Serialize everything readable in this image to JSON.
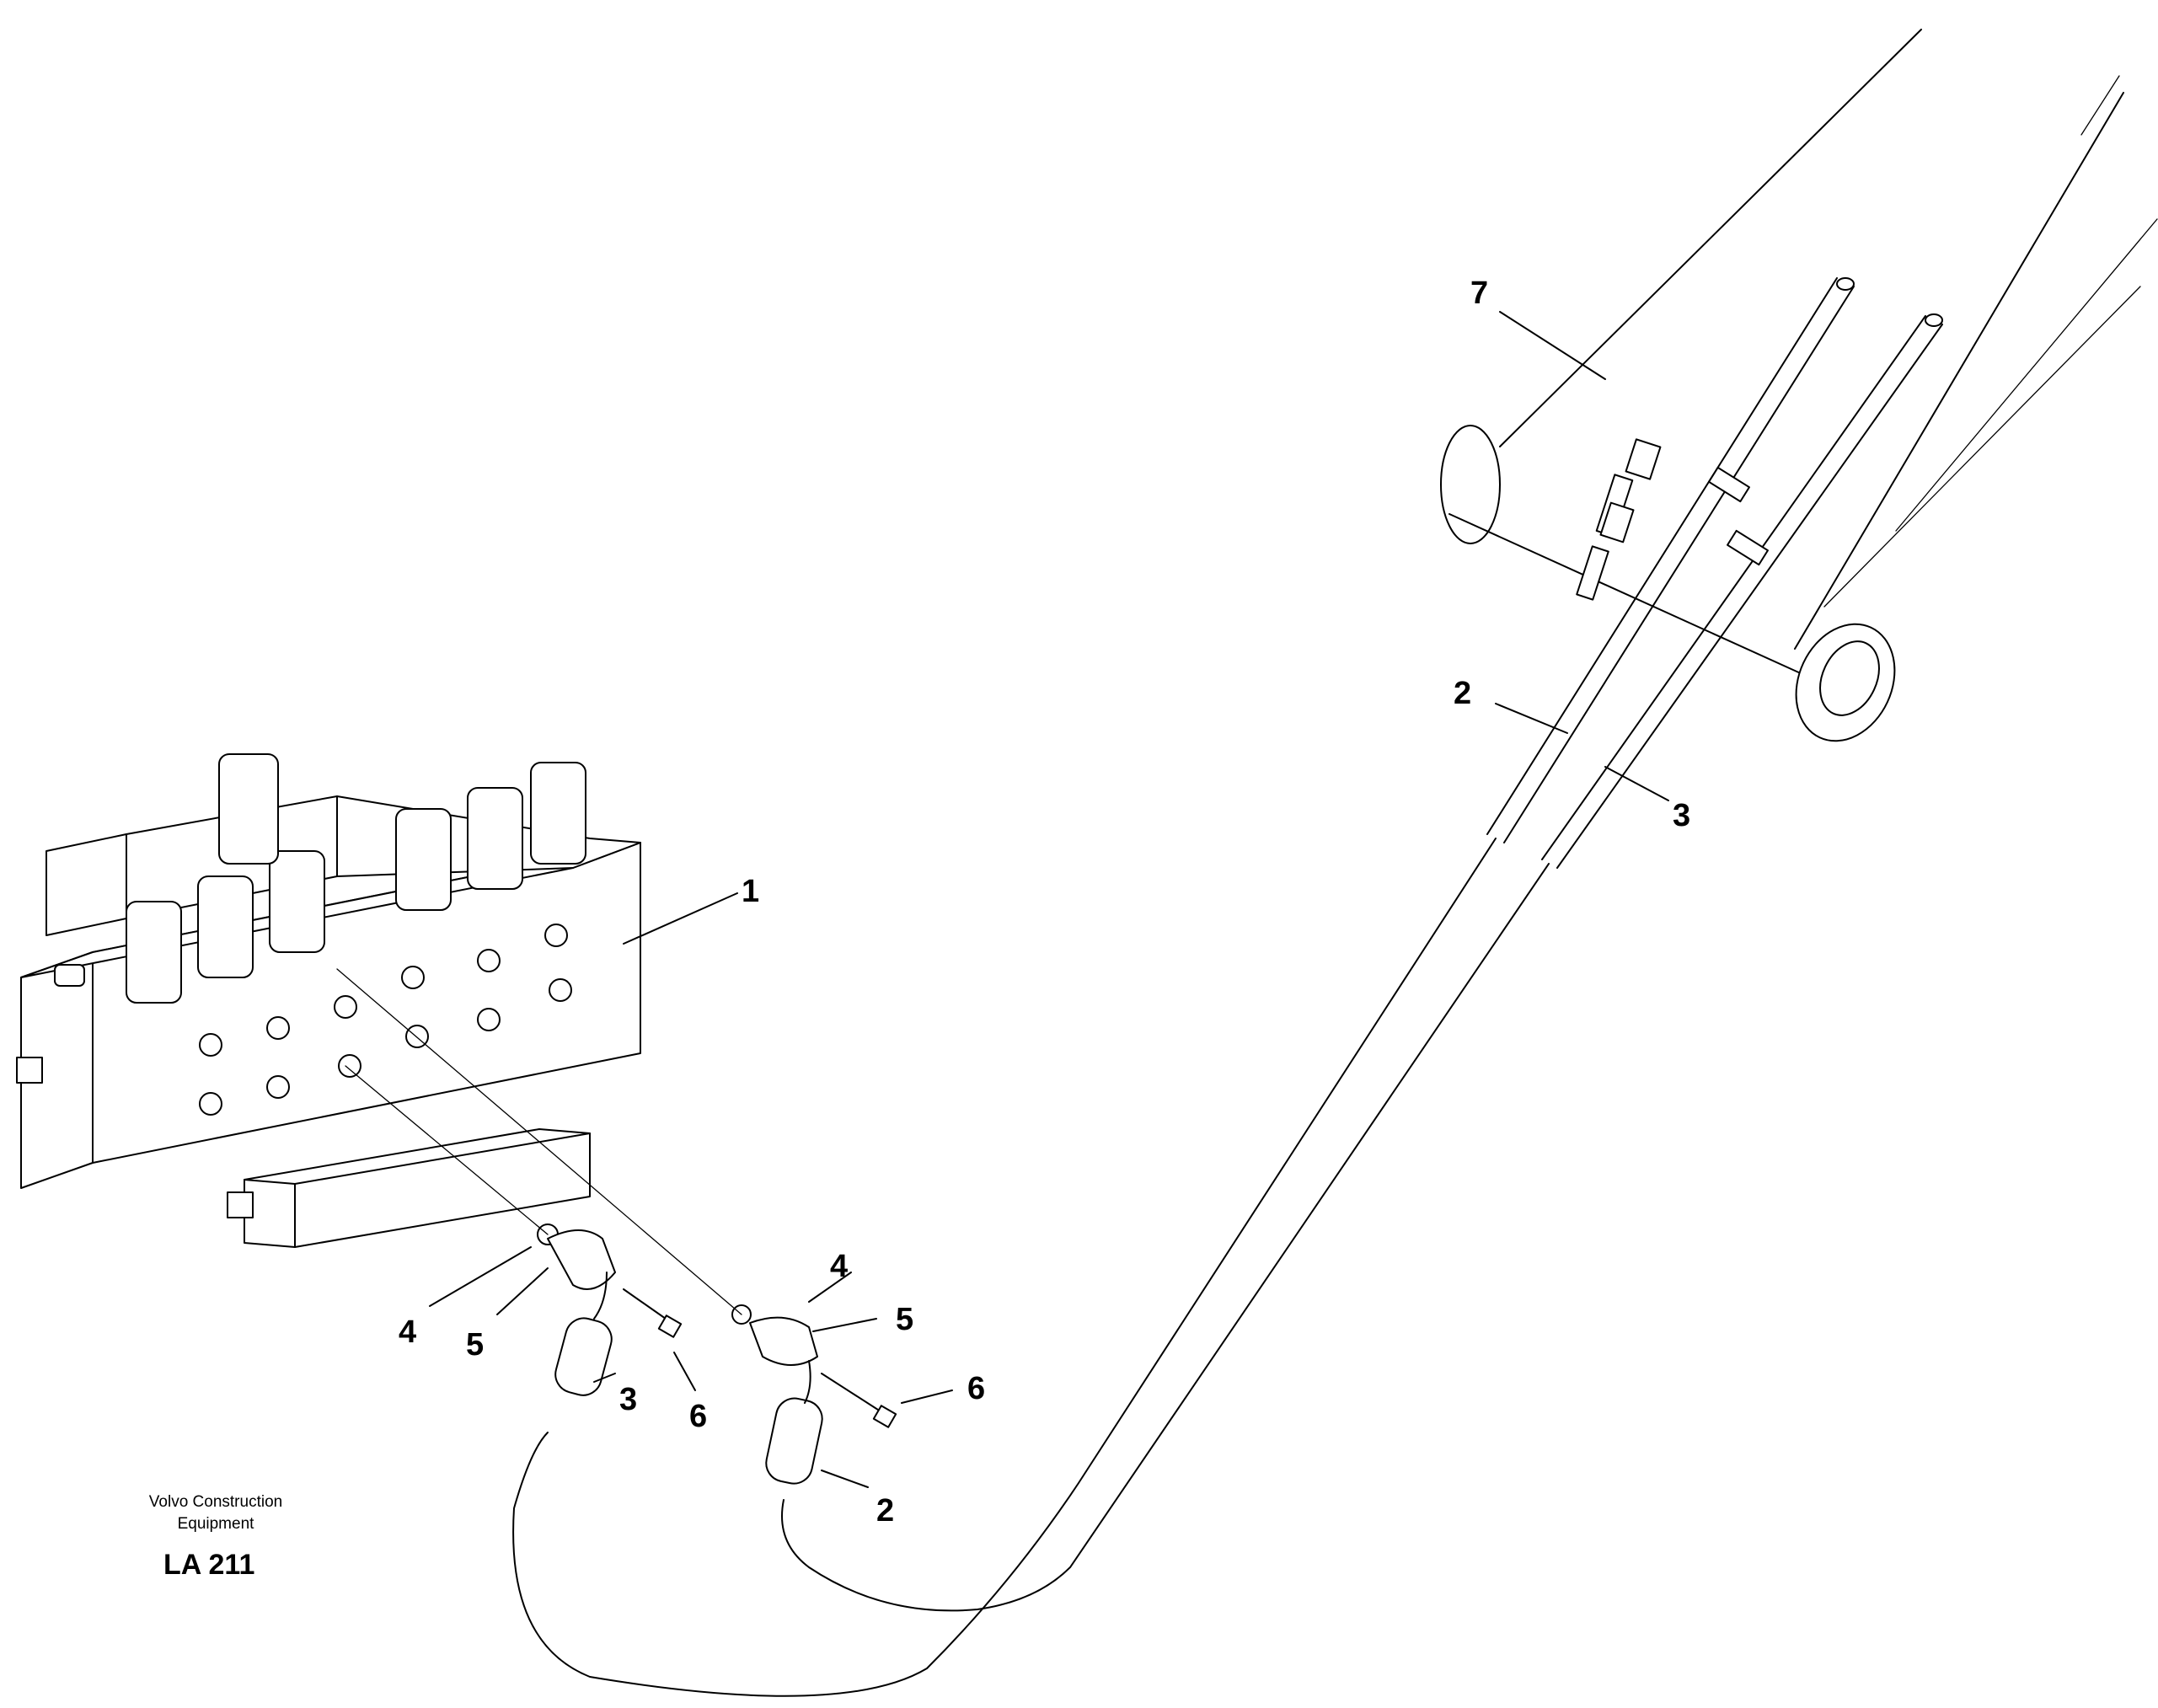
{
  "callouts": {
    "c1": "1",
    "c2_upper": "2",
    "c2_lower": "2",
    "c3_upper": "3",
    "c3_lower": "3",
    "c4_left": "4",
    "c4_right": "4",
    "c5_left": "5",
    "c5_right": "5",
    "c6_left": "6",
    "c6_right": "6",
    "c7": "7"
  },
  "credit": {
    "line1": "Volvo Construction",
    "line2": "Equipment",
    "code": "LA 211"
  }
}
